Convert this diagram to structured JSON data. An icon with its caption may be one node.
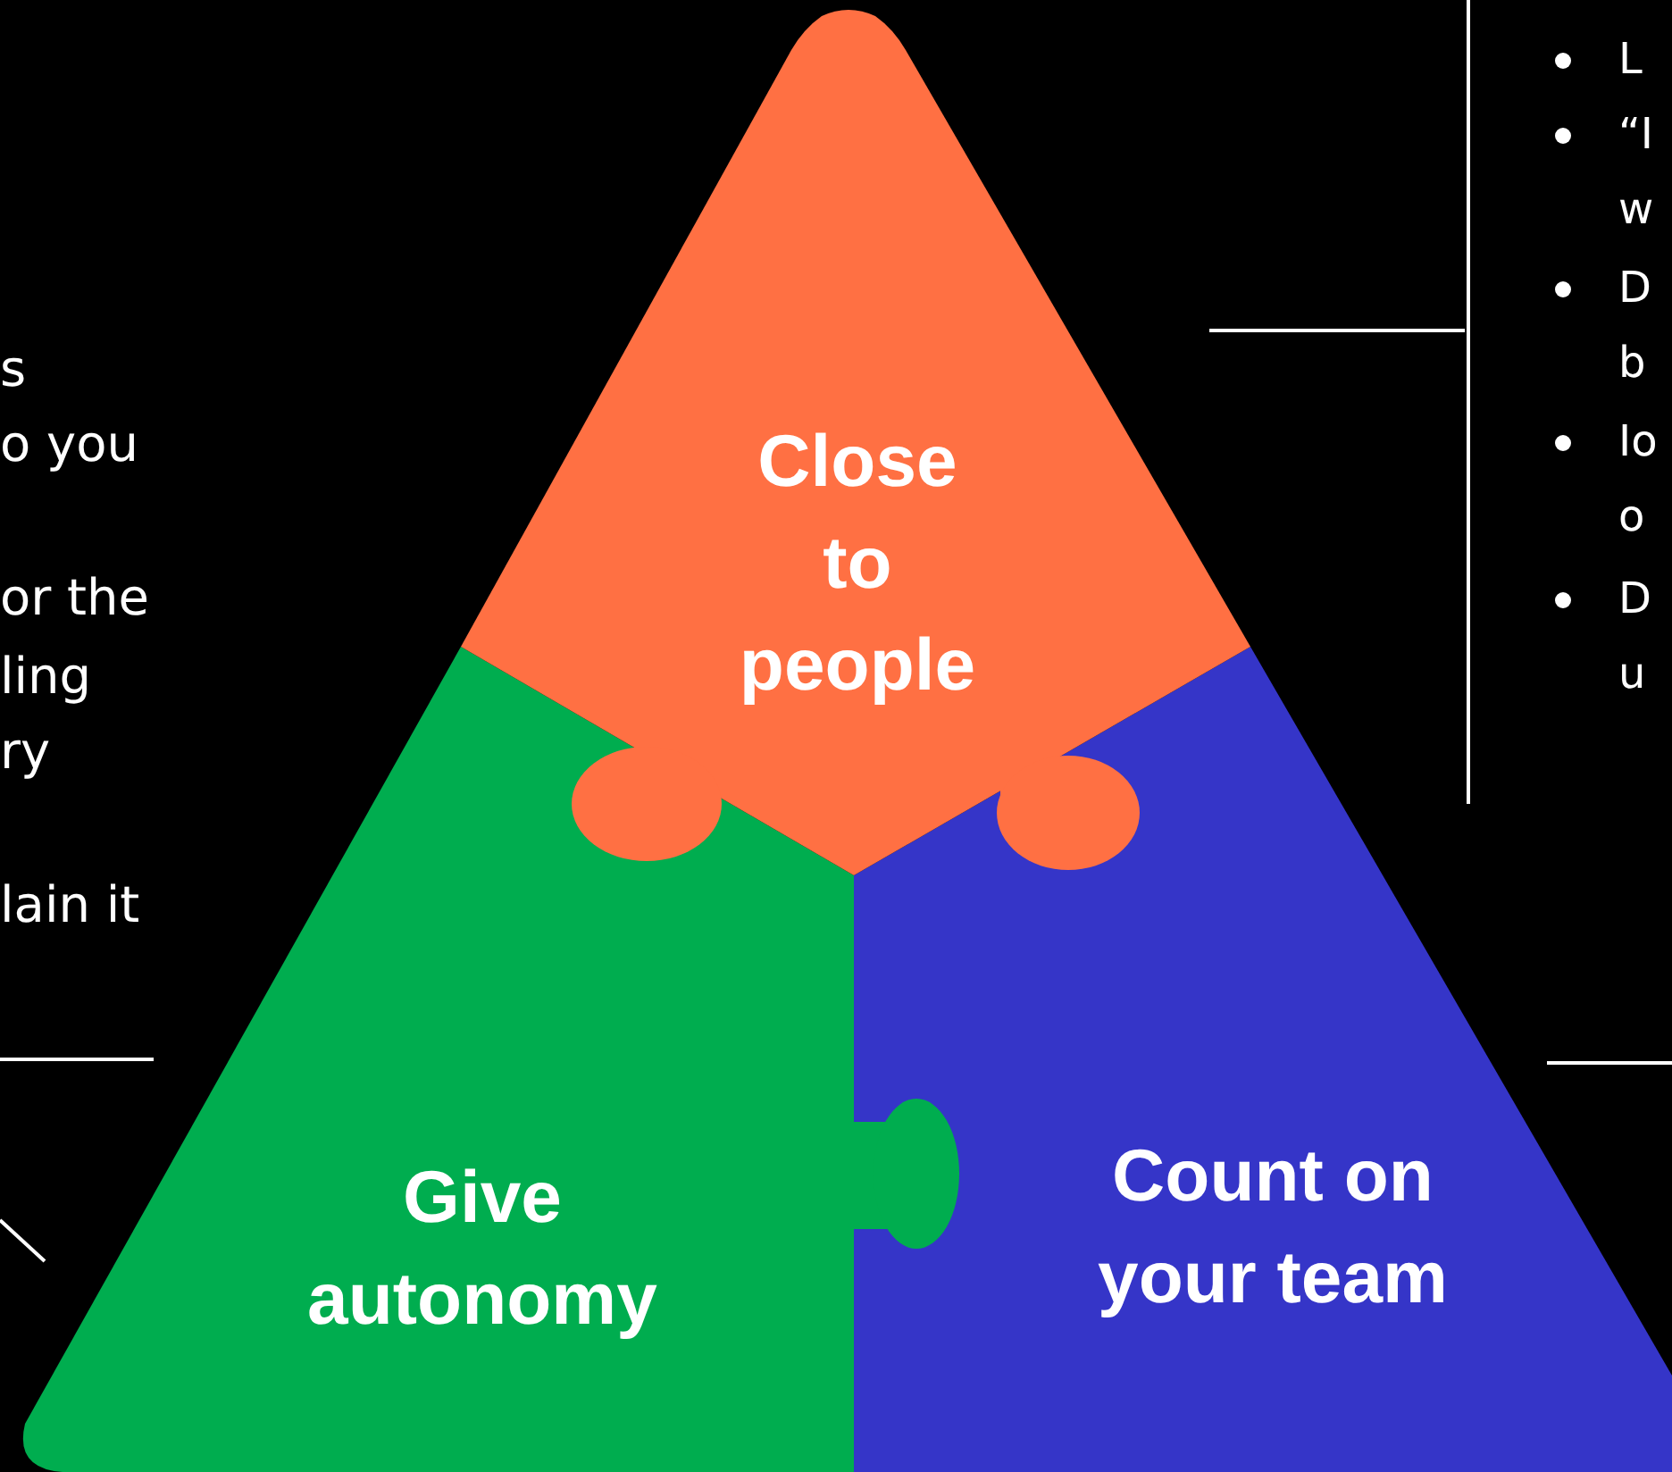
{
  "diagram": {
    "nodes": [
      {
        "text": [
          "Close to people"
        ]
      },
      {
        "text": [
          "Give autonomy"
        ]
      },
      {
        "text": [
          "Count on your team"
        ]
      }
    ],
    "labels": [
      "s",
      "o you",
      "or the",
      "ling",
      "ry",
      "lain it",
      "L",
      "“I w",
      "D b",
      "Io o",
      "D u"
    ]
  }
}
